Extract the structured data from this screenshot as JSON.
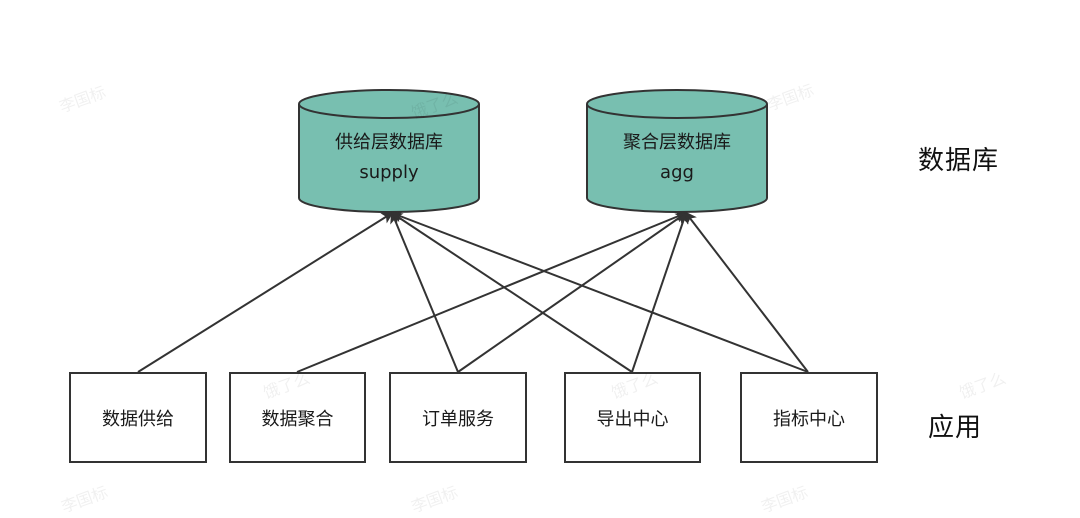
{
  "databases": [
    {
      "id": "supply",
      "title": "供给层数据库",
      "subtitle": "supply"
    },
    {
      "id": "agg",
      "title": "聚合层数据库",
      "subtitle": "agg"
    }
  ],
  "applications": [
    {
      "id": "data-supply",
      "label": "数据供给"
    },
    {
      "id": "data-aggregation",
      "label": "数据聚合"
    },
    {
      "id": "order-service",
      "label": "订单服务"
    },
    {
      "id": "export-center",
      "label": "导出中心"
    },
    {
      "id": "metrics-center",
      "label": "指标中心"
    }
  ],
  "edges": [
    {
      "from": "data-supply",
      "to": "supply"
    },
    {
      "from": "data-aggregation",
      "to": "agg"
    },
    {
      "from": "order-service",
      "to": "supply"
    },
    {
      "from": "order-service",
      "to": "agg"
    },
    {
      "from": "export-center",
      "to": "supply"
    },
    {
      "from": "export-center",
      "to": "agg"
    },
    {
      "from": "metrics-center",
      "to": "supply"
    },
    {
      "from": "metrics-center",
      "to": "agg"
    }
  ],
  "layers": {
    "database": "数据库",
    "application": "应用"
  },
  "watermarks": [
    "李国标",
    "饿了么",
    "李国标",
    "饿了么",
    "饿了么",
    "李国标",
    "李国标",
    "饿了么",
    "李国标"
  ],
  "colors": {
    "cylinder_fill": "#78bfb0",
    "stroke": "#333333"
  }
}
